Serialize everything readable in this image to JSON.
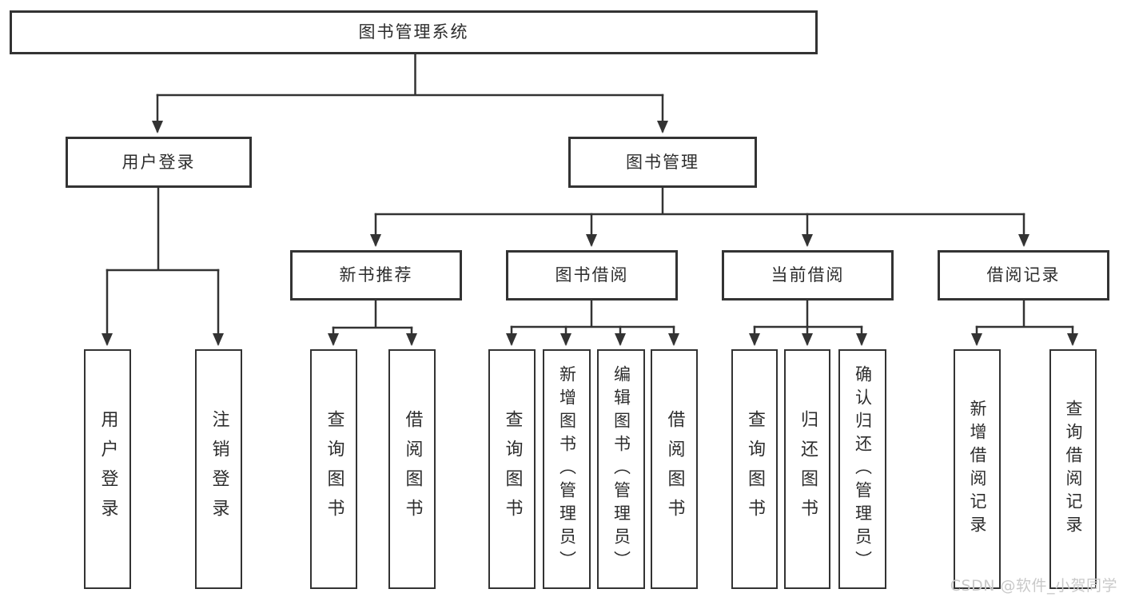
{
  "page": {
    "watermark": "CSDN @软件_小贺同学"
  },
  "colors": {
    "line": "#333333",
    "box_border": "#333333",
    "box_fill": "#ffffff",
    "text": "#2d2d2d",
    "watermark": "#c9c9c9",
    "background": "#ffffff"
  },
  "root": {
    "label": "图书管理系统"
  },
  "branches": [
    {
      "id": "user-login",
      "label": "用户登录",
      "children": [
        {
          "id": "user-login-action",
          "label": "用户登录"
        },
        {
          "id": "logout-login",
          "label": "注销登录"
        }
      ]
    },
    {
      "id": "book-management",
      "label": "图书管理",
      "children": [
        {
          "id": "new-book-recommend",
          "label": "新书推荐",
          "children": [
            {
              "id": "query-book",
              "label": "查询图书"
            },
            {
              "id": "borrow-book",
              "label": "借阅图书"
            }
          ]
        },
        {
          "id": "book-borrow",
          "label": "图书借阅",
          "children": [
            {
              "id": "query-book",
              "label": "查询图书"
            },
            {
              "id": "add-book-admin",
              "label": "新增图书（管理员）"
            },
            {
              "id": "edit-book-admin",
              "label": "编辑图书（管理员）"
            },
            {
              "id": "borrow-book",
              "label": "借阅图书"
            }
          ]
        },
        {
          "id": "current-borrow",
          "label": "当前借阅",
          "children": [
            {
              "id": "query-book",
              "label": "查询图书"
            },
            {
              "id": "return-book",
              "label": "归还图书"
            },
            {
              "id": "confirm-return-admin",
              "label": "确认归还（管理员）"
            }
          ]
        },
        {
          "id": "borrow-record",
          "label": "借阅记录",
          "children": [
            {
              "id": "add-borrow-record",
              "label": "新增借阅记录"
            },
            {
              "id": "query-borrow-record",
              "label": "查询借阅记录"
            }
          ]
        }
      ]
    }
  ]
}
